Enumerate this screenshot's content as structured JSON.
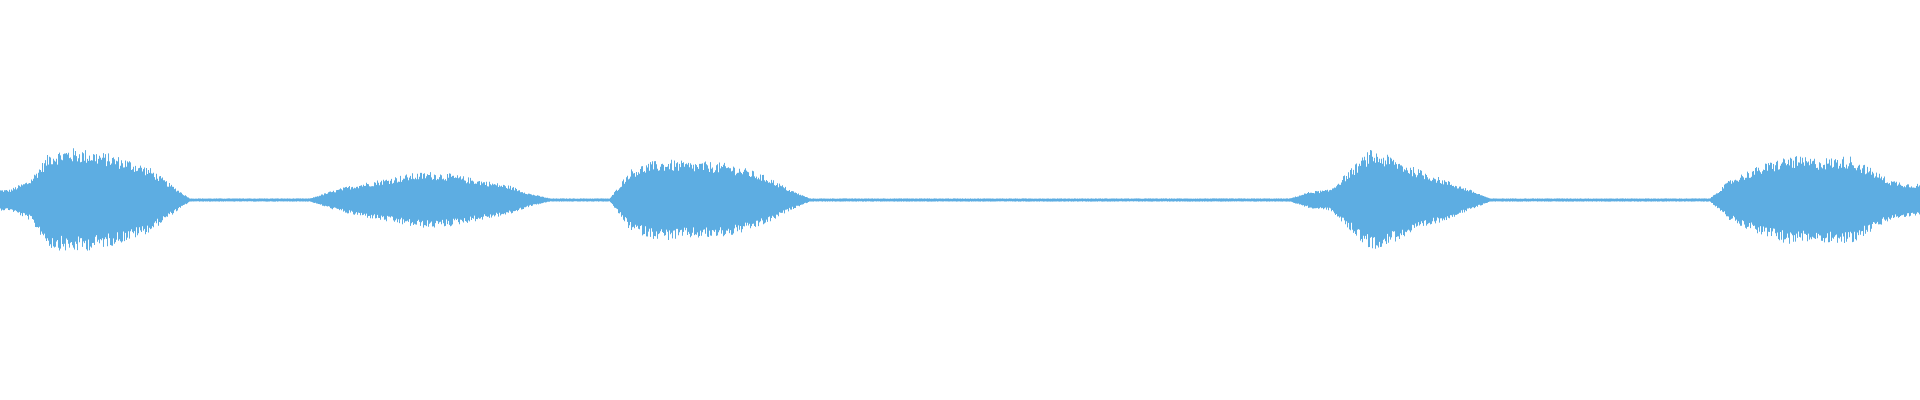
{
  "chart_data": {
    "type": "area",
    "description_kind": "audio waveform envelope",
    "title": "",
    "xlabel": "",
    "ylabel": "",
    "ylim": [
      -1,
      1
    ],
    "grid": false,
    "legend": "none",
    "color": "#5dade2",
    "bins": 96,
    "amplitude_envelope": [
      0.05,
      0.1,
      0.24,
      0.26,
      0.25,
      0.23,
      0.2,
      0.16,
      0.08,
      0.005,
      0.005,
      0.005,
      0.005,
      0.005,
      0.005,
      0.005,
      0.04,
      0.07,
      0.09,
      0.11,
      0.13,
      0.14,
      0.13,
      0.11,
      0.09,
      0.07,
      0.03,
      0.005,
      0.005,
      0.005,
      0.005,
      0.15,
      0.19,
      0.2,
      0.19,
      0.19,
      0.18,
      0.15,
      0.11,
      0.05,
      0.005,
      0.005,
      0.005,
      0.005,
      0.005,
      0.005,
      0.005,
      0.005,
      0.005,
      0.005,
      0.005,
      0.005,
      0.005,
      0.005,
      0.005,
      0.005,
      0.005,
      0.005,
      0.005,
      0.005,
      0.005,
      0.005,
      0.005,
      0.005,
      0.005,
      0.04,
      0.05,
      0.15,
      0.25,
      0.22,
      0.17,
      0.13,
      0.09,
      0.05,
      0.005,
      0.005,
      0.005,
      0.005,
      0.005,
      0.005,
      0.005,
      0.005,
      0.005,
      0.005,
      0.005,
      0.005,
      0.1,
      0.15,
      0.19,
      0.22,
      0.21,
      0.21,
      0.22,
      0.16,
      0.1,
      0.08
    ]
  }
}
